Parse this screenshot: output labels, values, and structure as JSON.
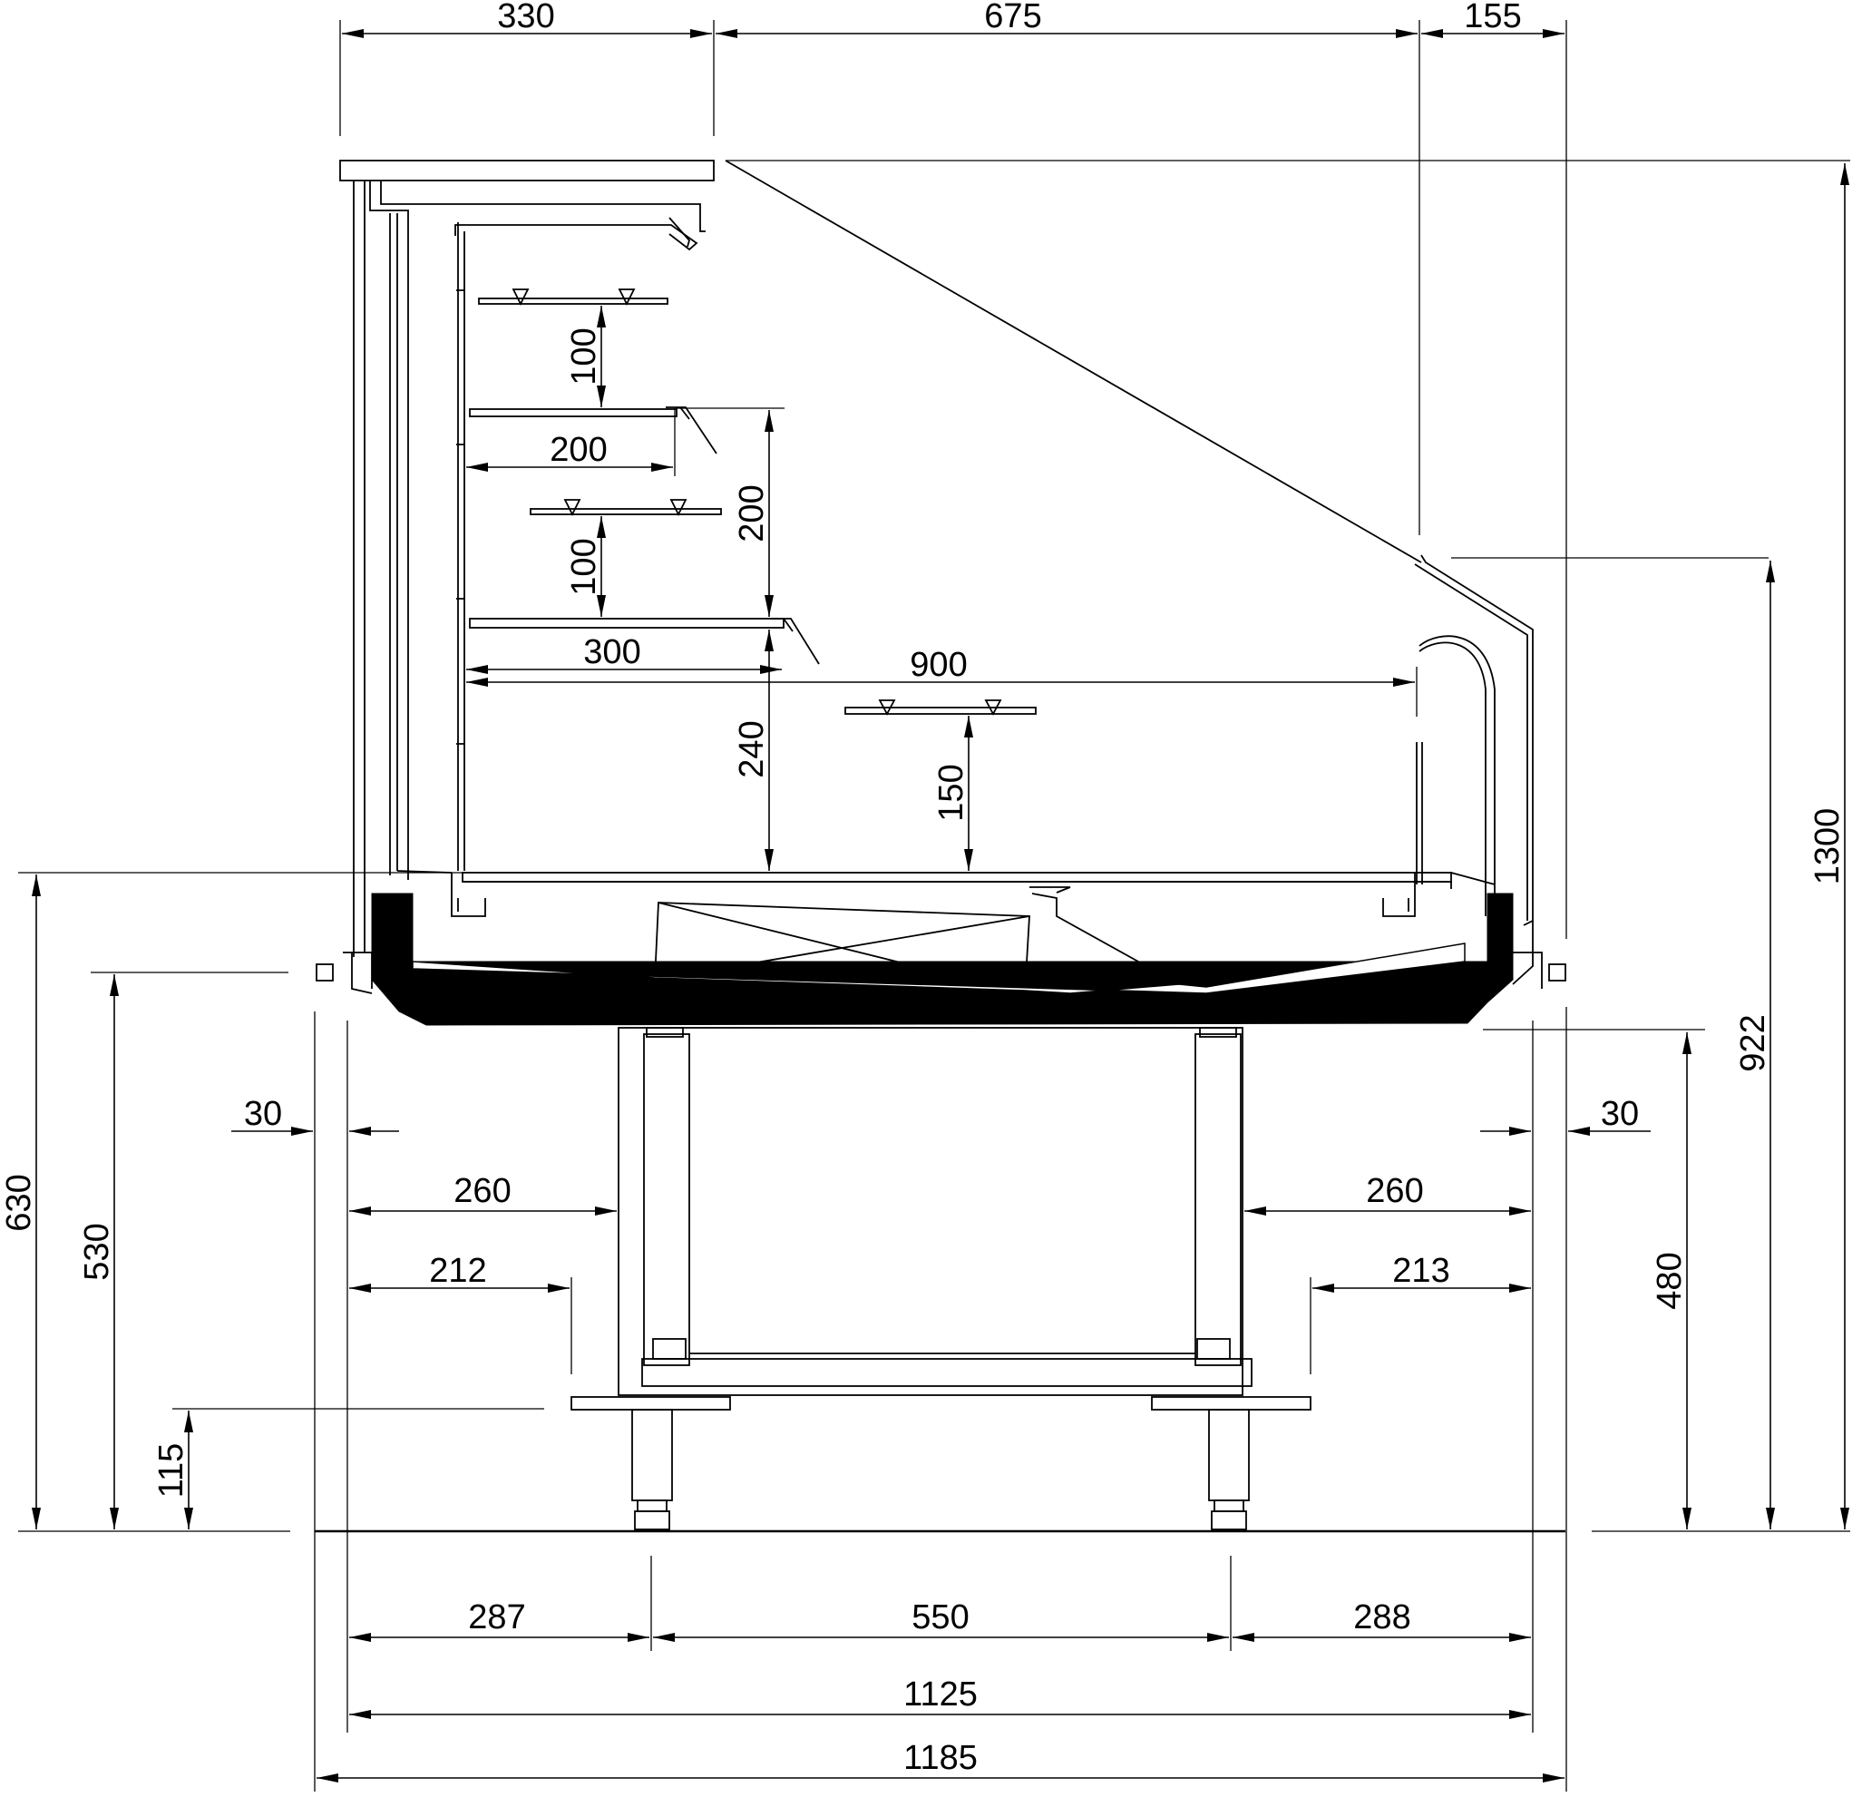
{
  "dimensions": {
    "top": {
      "a": "330",
      "b": "675",
      "c": "155"
    },
    "shelves": {
      "gap1": "100",
      "depth1": "200",
      "gap2": "100",
      "height1": "200",
      "depth2": "300",
      "height2": "240",
      "inner_width": "900",
      "gap3": "150"
    },
    "right": {
      "total_height": "1300",
      "front_height": "922",
      "base_height": "480",
      "side_offset": "30",
      "leg_inset": "260",
      "foot_inset": "213"
    },
    "left": {
      "deck_height": "630",
      "base_height": "530",
      "foot_height": "115",
      "side_offset": "30",
      "leg_inset": "260",
      "foot_inset": "212"
    },
    "bottom": {
      "left": "287",
      "middle": "550",
      "right": "288",
      "inner_width": "1125",
      "total_width": "1185"
    }
  }
}
